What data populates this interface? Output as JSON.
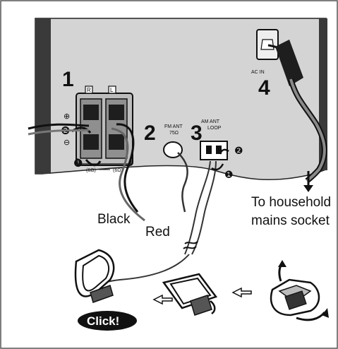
{
  "steps": {
    "step1": "1",
    "step2": "2",
    "step3": "3",
    "step4": "4"
  },
  "terminals": {
    "right": "R",
    "left": "L",
    "plus": "⊕",
    "minus": "⊖",
    "impedance_left": "(6Ω)",
    "impedance_right": "(6Ω)"
  },
  "antenna": {
    "fm_line1": "FM ANT",
    "fm_line2": "75Ω",
    "am_line1": "AM ANT",
    "am_line2": "LOOP"
  },
  "power": {
    "ac_in": "AC IN",
    "socket_line1": "To household",
    "socket_line2": "mains socket"
  },
  "wires": {
    "black": "Black",
    "red": "Red"
  },
  "sub_steps": {
    "a": "❶",
    "b": "❷"
  },
  "click_label": "Click!"
}
